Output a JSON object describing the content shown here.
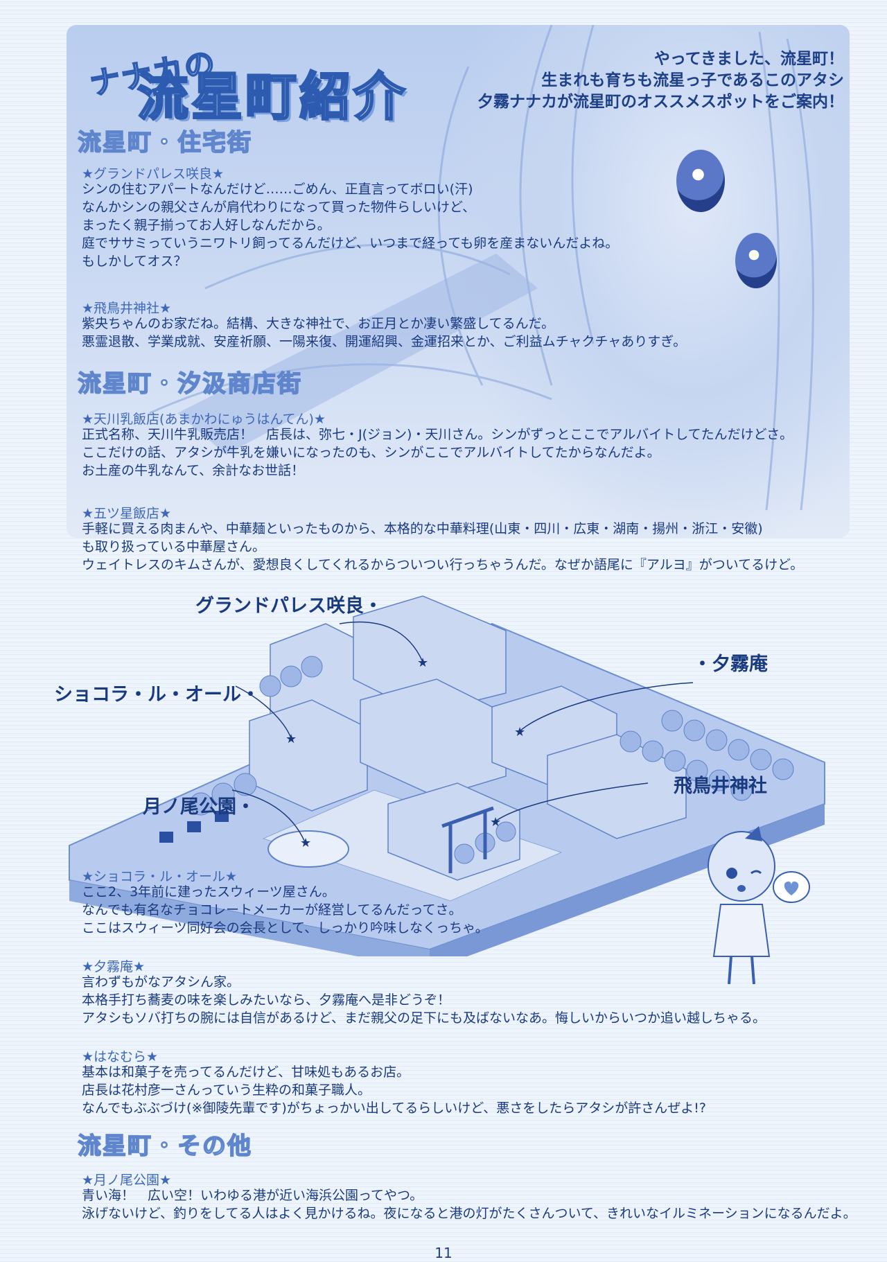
{
  "header": {
    "title_small": "ナナカの",
    "title_big": "流星町紹介",
    "intro_lines": [
      "やってきました、流星町！",
      "生まれも育ちも流星っ子であるこのアタシ",
      "夕霧ナナカが流星町のオススメスポットをご案内！"
    ]
  },
  "sections": [
    {
      "heading": "流星町・住宅街",
      "items": [
        {
          "title": "★グランドパレス咲良★",
          "lines": [
            "シンの住むアパートなんだけど……ごめん、正直言ってボロい(汗)",
            "なんかシンの親父さんが肩代わりになって買った物件らしいけど、",
            "まったく親子揃ってお人好しなんだから。",
            "庭でササミっていうニワトリ飼ってるんだけど、いつまで経っても卵を産まないんだよね。",
            "もしかしてオス？"
          ]
        },
        {
          "title": "★飛鳥井神社★",
          "lines": [
            "紫央ちゃんのお家だね。結構、大きな神社で、お正月とか凄い繁盛してるんだ。",
            "悪霊退散、学業成就、安産祈願、一陽来復、開運紹興、金運招来とか、ご利益ムチャクチャありすぎ。"
          ]
        }
      ]
    },
    {
      "heading": "流星町・汐汲商店街",
      "items": [
        {
          "title": "★天川乳飯店(あまかわにゅうはんてん)★",
          "lines": [
            "正式名称、天川牛乳販売店！　店長は、弥七・J(ジョン)・天川さん。シンがずっとここでアルバイトしてたんだけどさ。",
            "ここだけの話、アタシが牛乳を嫌いになったのも、シンがここでアルバイトしてたからなんだよ。",
            "お土産の牛乳なんて、余計なお世話！"
          ]
        },
        {
          "title": "★五ツ星飯店★",
          "lines": [
            "手軽に買える肉まんや、中華麺といったものから、本格的な中華料理(山東・四川・広東・湖南・揚州・浙江・安徽)",
            "も取り扱っている中華屋さん。",
            "ウェイトレスのキムさんが、愛想良くしてくれるからついつい行っちゃうんだ。なぜか語尾に『アルヨ』がついてるけど。"
          ]
        }
      ]
    },
    {
      "heading": "",
      "items": [
        {
          "title": "★ショコラ・ル・オール★",
          "lines": [
            "ここ2、3年前に建ったスウィーツ屋さん。",
            "なんでも有名なチョコレートメーカーが経営してるんだってさ。",
            "ここはスウィーツ同好会の会長として、しっかり吟味しなくっちゃ。"
          ]
        },
        {
          "title": "★夕霧庵★",
          "lines": [
            "言わずもがなアタシん家。",
            "本格手打ち蕎麦の味を楽しみたいなら、夕霧庵へ是非どうぞ！",
            "アタシもソバ打ちの腕には自信があるけど、まだ親父の足下にも及ばないなあ。悔しいからいつか追い越しちゃる。"
          ]
        },
        {
          "title": "★はなむら★",
          "lines": [
            "基本は和菓子を売ってるんだけど、甘味処もあるお店。",
            "店長は花村彦一さんっていう生粋の和菓子職人。",
            "なんでもぶぶづけ(※御陵先輩です)がちょっかい出してるらしいけど、悪さをしたらアタシが許さんぜよ!?"
          ]
        }
      ]
    },
    {
      "heading": "流星町・その他",
      "items": [
        {
          "title": "★月ノ尾公園★",
          "lines": [
            "青い海！　広い空！いわゆる港が近い海浜公園ってやつ。",
            "泳げないけど、釣りをしてる人はよく見かけるね。夜になると港の灯がたくさんついて、きれいなイルミネーションになるんだよ。"
          ]
        }
      ]
    }
  ],
  "map": {
    "labels": {
      "grand_palace": "グランドパレス咲良・",
      "yugiri_an": "・夕霧庵",
      "chocola": "ショコラ・ル・オール・",
      "asukai": "飛鳥井神社",
      "tsukinoo": "月ノ尾公園・"
    }
  },
  "page_number": "11",
  "colors": {
    "ink": "#1d3f86",
    "accent": "#3d67b8",
    "background": "#eef4fb"
  }
}
